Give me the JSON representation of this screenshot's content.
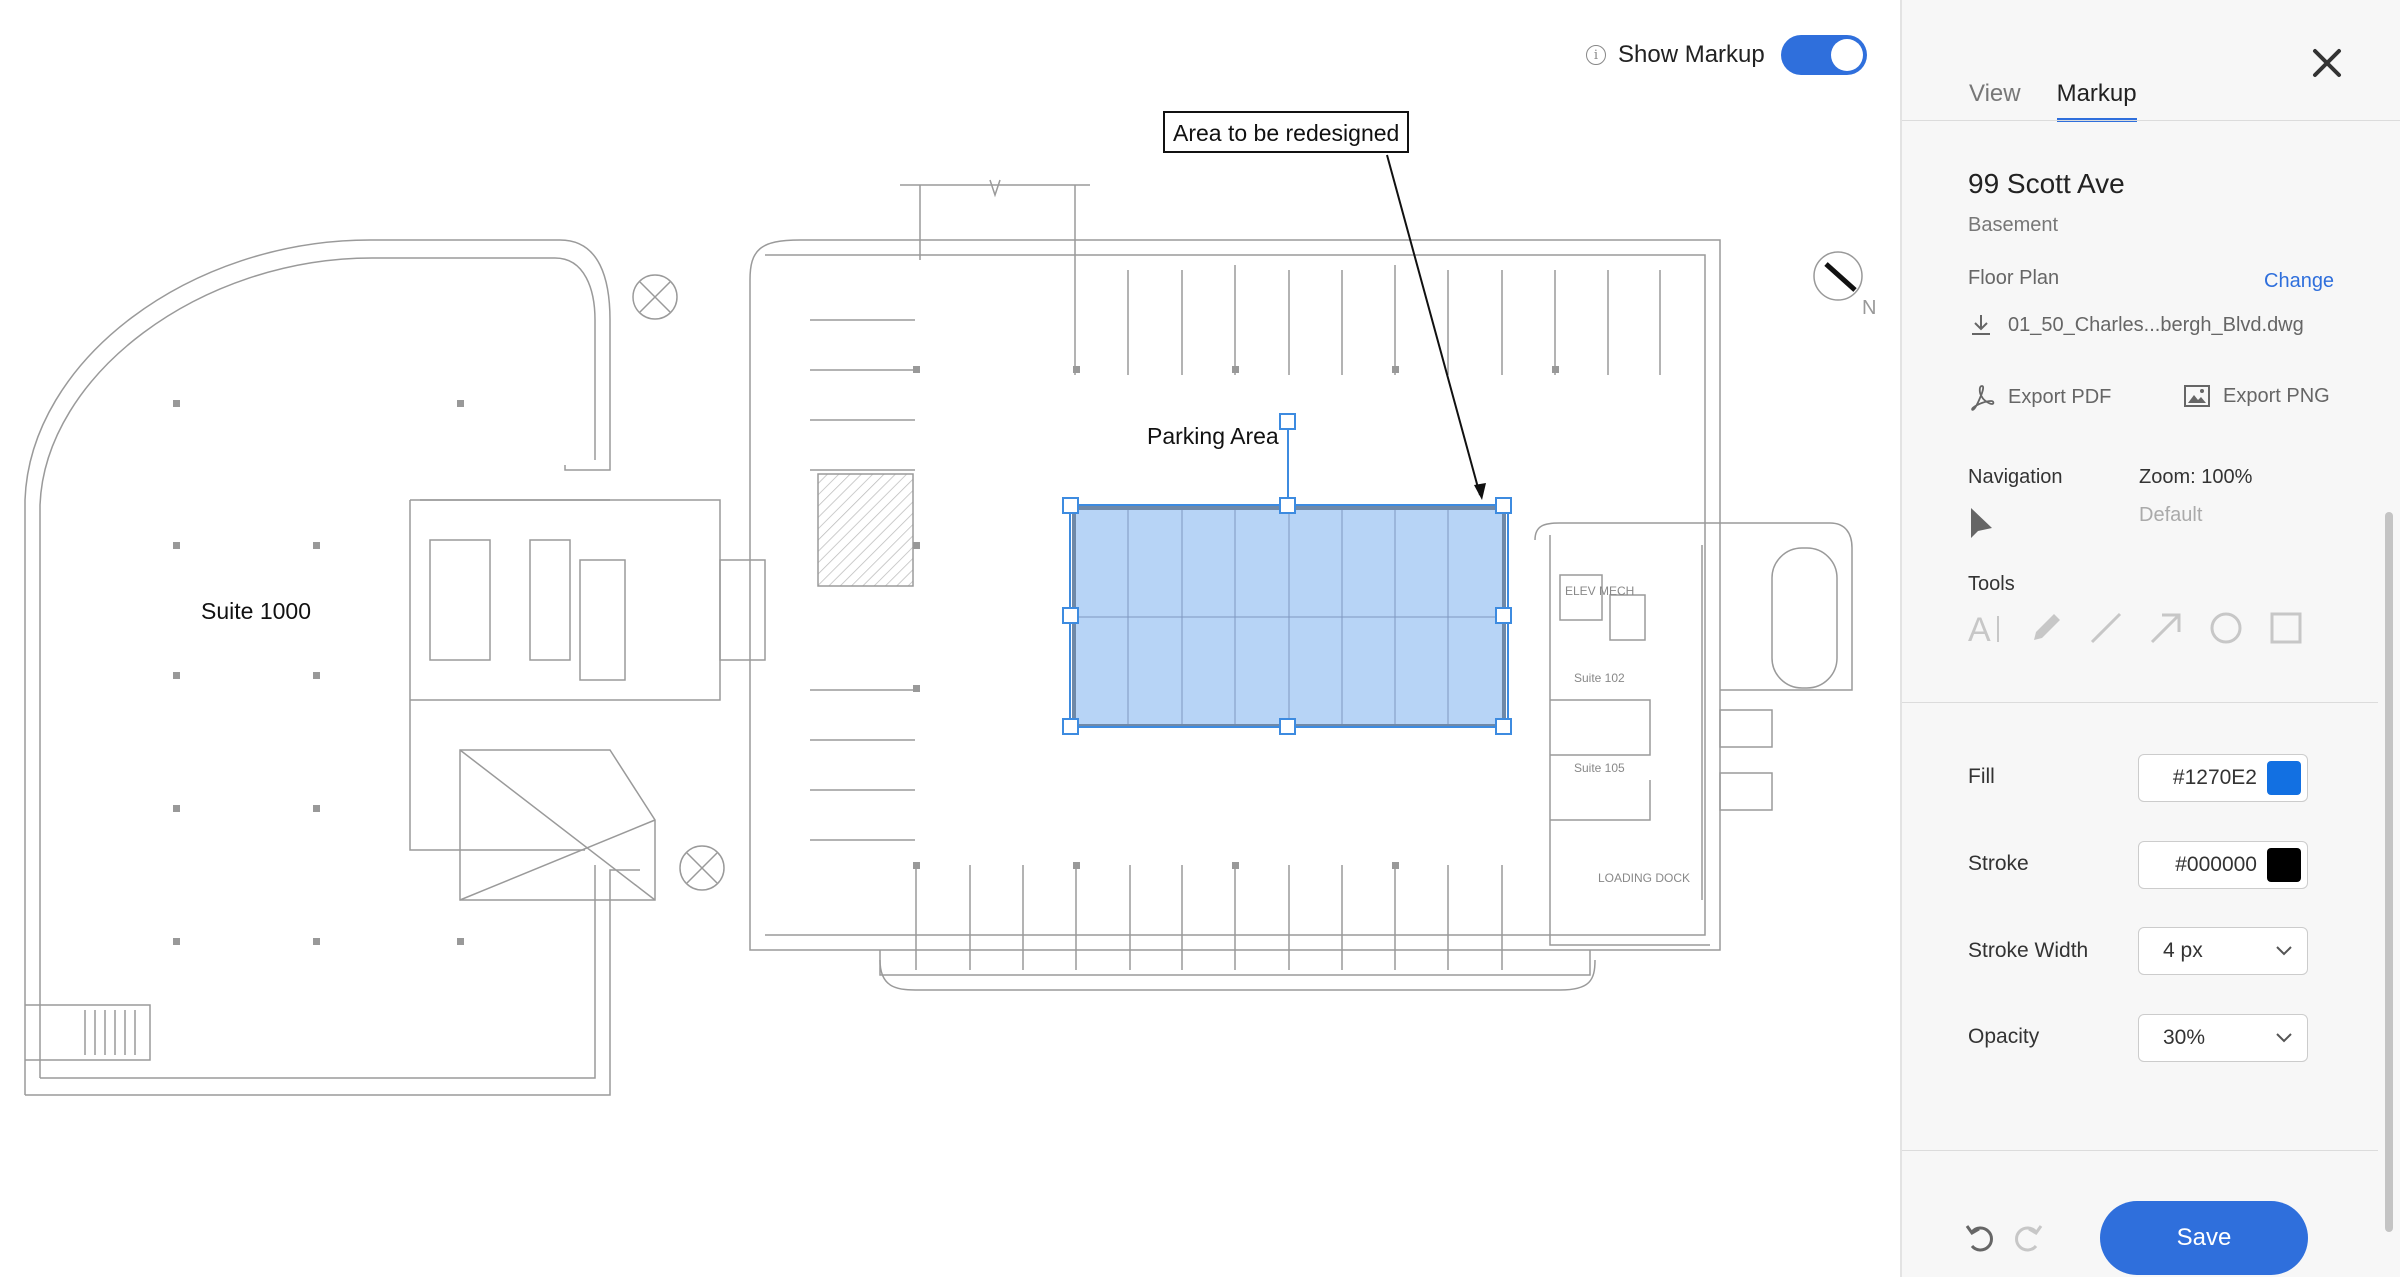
{
  "toolbar": {
    "show_markup_label": "Show Markup",
    "show_markup_on": true
  },
  "annotations": {
    "callout_text": "Area to be redesigned",
    "parking_label": "Parking Area",
    "suite_label": "Suite 1000",
    "small_labels": [
      "ELEV MECH",
      "Suite 102",
      "Suite 105",
      "LOADING DOCK"
    ],
    "compass_label": "N"
  },
  "panel": {
    "tabs": [
      {
        "label": "View",
        "active": false
      },
      {
        "label": "Markup",
        "active": true
      }
    ],
    "location_title": "99 Scott Ave",
    "location_subtitle": "Basement",
    "floor_plan_label": "Floor Plan",
    "change_label": "Change",
    "file_name": "01_50_Charles...bergh_Blvd.dwg",
    "export_pdf_label": "Export PDF",
    "export_png_label": "Export PNG",
    "navigation_label": "Navigation",
    "zoom_label": "Zoom: 100%",
    "default_label": "Default",
    "tools_label": "Tools",
    "tools": [
      "text-tool-icon",
      "pencil-icon",
      "line-icon",
      "arrow-icon",
      "circle-icon",
      "rectangle-icon"
    ],
    "fill_label": "Fill",
    "fill_value": "#1270E2",
    "stroke_label": "Stroke",
    "stroke_value": "#000000",
    "stroke_width_label": "Stroke Width",
    "stroke_width_value": "4 px",
    "opacity_label": "Opacity",
    "opacity_value": "30%",
    "save_label": "Save"
  },
  "colors": {
    "accent": "#2f6fdc",
    "fill": "#1270E2",
    "stroke": "#000000"
  }
}
